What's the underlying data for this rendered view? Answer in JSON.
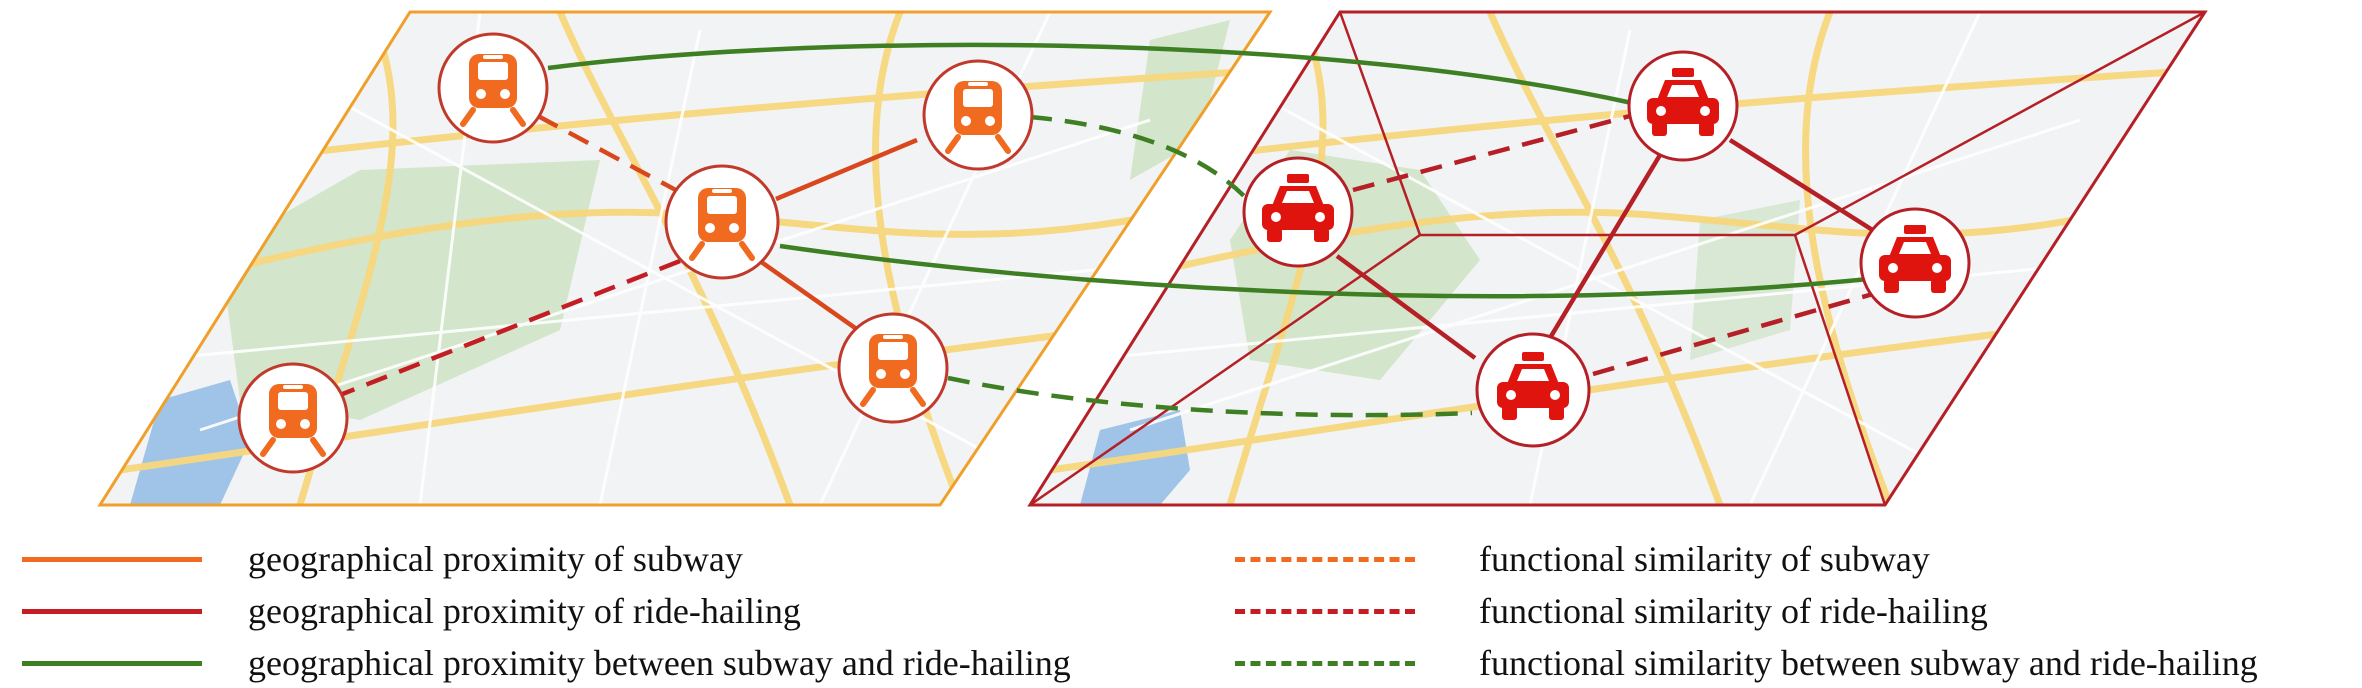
{
  "colors": {
    "subway": "#f06b1f",
    "ride_hailing": "#c41e24",
    "cross": "#3f7f23",
    "subway_frame": "#f0a02a",
    "ride_frame": "#b51f26",
    "node_fill": "#ffffff",
    "node_ring": "#c0392b",
    "map_bg": "#f2f3f5",
    "park": "#cfe3c6",
    "road": "#f7d77d",
    "water": "#9fc4e8"
  },
  "icons": {
    "subway_node": "train-icon",
    "ride_hailing_node": "taxi-icon"
  },
  "legend": {
    "left": [
      {
        "label": "geographical proximity of subway",
        "color": "#f06b1f",
        "style": "solid"
      },
      {
        "label": "geographical proximity of ride-hailing",
        "color": "#c41e24",
        "style": "solid"
      },
      {
        "label": "geographical proximity between subway and ride-hailing",
        "color": "#3f7f23",
        "style": "solid"
      }
    ],
    "right": [
      {
        "label": "functional similarity of subway",
        "color": "#f06b1f",
        "style": "dashed"
      },
      {
        "label": "functional similarity of ride-hailing",
        "color": "#c41e24",
        "style": "dashed"
      },
      {
        "label": "functional similarity between subway and ride-hailing",
        "color": "#3f7f23",
        "style": "dashed"
      }
    ]
  }
}
